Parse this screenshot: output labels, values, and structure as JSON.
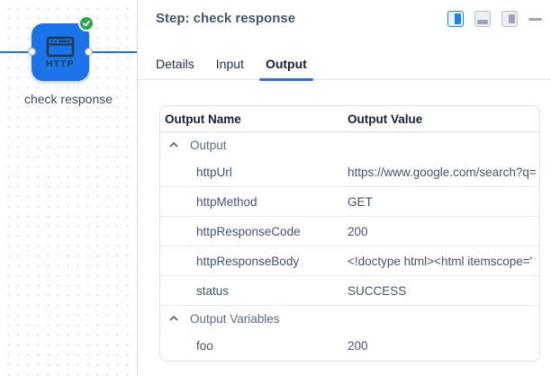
{
  "canvas": {
    "node": {
      "label": "check response",
      "icon_text": "HTTP",
      "status": "success"
    }
  },
  "panel": {
    "title": "Step: check response",
    "controls": {
      "layout_right": "panel-right-layout",
      "layout_bottom": "panel-bottom-layout",
      "layout_float": "panel-float-layout",
      "minimize": "minimize"
    },
    "tabs": [
      {
        "label": "Details",
        "active": false
      },
      {
        "label": "Input",
        "active": false
      },
      {
        "label": "Output",
        "active": true
      }
    ],
    "table": {
      "columns": [
        "Output Name",
        "Output Value"
      ],
      "rows": [
        {
          "type": "group",
          "label": "Output",
          "expanded": true
        },
        {
          "type": "item",
          "name": "httpUrl",
          "value": "https://www.google.com/search?q="
        },
        {
          "type": "item",
          "name": "httpMethod",
          "value": "GET"
        },
        {
          "type": "item",
          "name": "httpResponseCode",
          "value": "200"
        },
        {
          "type": "item",
          "name": "httpResponseBody",
          "value": "<!doctype html><html itemscope='"
        },
        {
          "type": "item",
          "name": "status",
          "value": "SUCCESS"
        },
        {
          "type": "group",
          "label": "Output Variables",
          "expanded": true
        },
        {
          "type": "item",
          "name": "foo",
          "value": "200"
        }
      ]
    }
  },
  "colors": {
    "node_blue": "#1a73e8",
    "success_green": "#2da44e",
    "tab_underline": "#2f6fe4",
    "slate_text": "#44546f"
  }
}
